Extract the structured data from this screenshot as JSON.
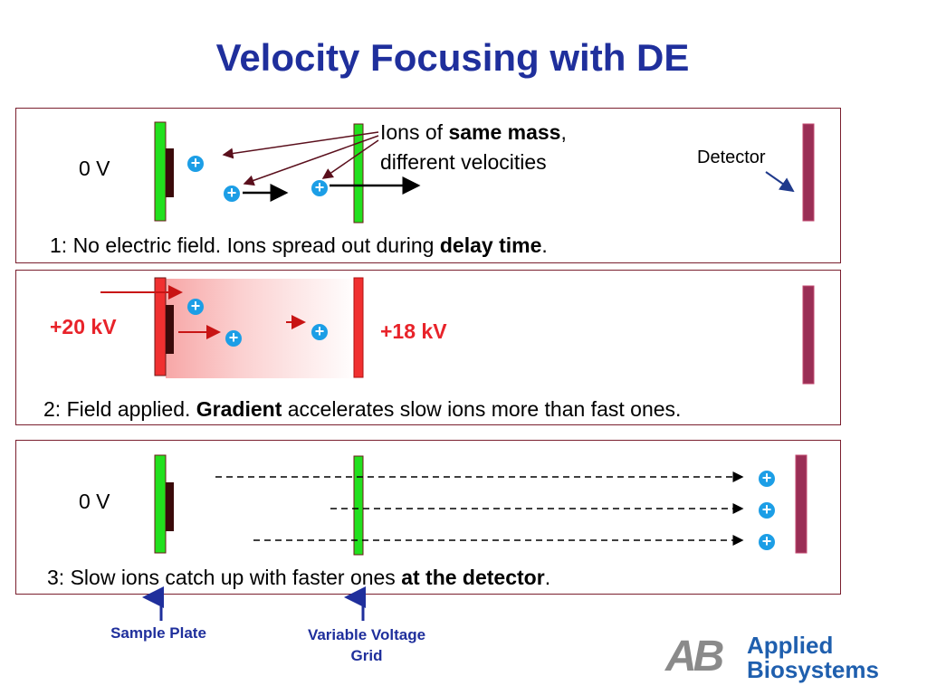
{
  "title": "Velocity Focusing with DE",
  "panel1": {
    "voltage": "0 V",
    "ions_label_pre": "Ions of ",
    "ions_label_bold": "same mass",
    "ions_label_post": ",",
    "ions_label_line2": "different velocities",
    "detector_label": "Detector",
    "caption_pre": "1:  No electric field.  Ions spread out during ",
    "caption_bold": "delay time",
    "caption_post": "."
  },
  "panel2": {
    "plate_voltage": "+20 kV",
    "grid_voltage": "+18 kV",
    "caption_pre": "2:  Field applied.  ",
    "caption_bold": "Gradient",
    "caption_post": " accelerates slow ions more than fast ones."
  },
  "panel3": {
    "voltage": "0 V",
    "caption_pre": "3:  Slow ions catch up with faster ones ",
    "caption_bold": "at the detector",
    "caption_post": "."
  },
  "ion_symbol": "+",
  "labels": {
    "sample_plate": "Sample Plate",
    "grid_line1": "Variable Voltage",
    "grid_line2": "Grid"
  },
  "logo": {
    "mark": "AB",
    "line1": "Applied",
    "line2": "Biosystems"
  },
  "colors": {
    "title": "#1f2f9c",
    "panel_border": "#7a1f2e",
    "green_plate": "#22e01e",
    "red_plate": "#f03030",
    "detector": "#9a2e55",
    "ion": "#1c9ee6",
    "kv_text": "#e8232a"
  }
}
